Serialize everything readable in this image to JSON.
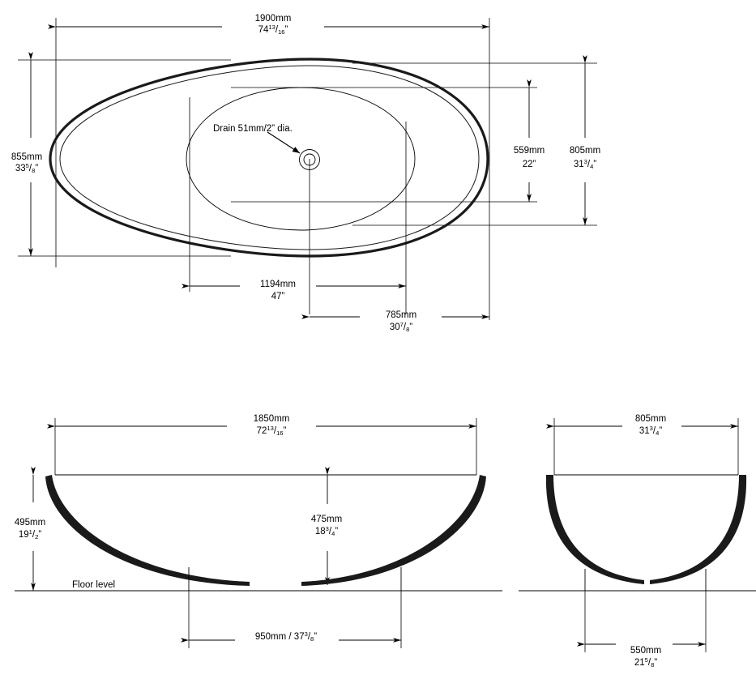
{
  "drawing": {
    "title": "Bathtub dimensional drawing",
    "line_color": "#000000",
    "background_color": "#ffffff"
  },
  "top_view": {
    "name": "plan-view",
    "overall_length": {
      "mm": "1900mm",
      "inch_whole": "74",
      "inch_num": "13",
      "inch_den": "16",
      "inch_suffix": "”"
    },
    "overall_width_left": {
      "mm": "855mm",
      "inch_whole": "33",
      "inch_num": "5",
      "inch_den": "8",
      "inch_suffix": "”"
    },
    "inner_width": {
      "mm": "559mm",
      "inch": "22”"
    },
    "outer_width_right": {
      "mm": "805mm",
      "inch_whole": "31",
      "inch_num": "3",
      "inch_den": "4",
      "inch_suffix": "”"
    },
    "drain_offset_left": {
      "mm": "1194mm",
      "inch": "47”"
    },
    "drain_offset_right": {
      "mm": "785mm",
      "inch_whole": "30",
      "inch_num": "7",
      "inch_den": "8",
      "inch_suffix": "”"
    },
    "drain_note": "Drain 51mm/2” dia."
  },
  "side_view": {
    "name": "side-elevation",
    "overall_length": {
      "mm": "1850mm",
      "inch_whole": "72",
      "inch_num": "13",
      "inch_den": "16",
      "inch_suffix": "”"
    },
    "overall_height": {
      "mm": "495mm",
      "inch_whole": "19",
      "inch_num": "1",
      "inch_den": "2",
      "inch_suffix": "”"
    },
    "interior_depth": {
      "mm": "475mm",
      "inch_whole": "18",
      "inch_num": "3",
      "inch_den": "4",
      "inch_suffix": "”"
    },
    "foot_span": "950mm / 37",
    "foot_span_num": "3",
    "foot_span_den": "8",
    "foot_span_suffix": "”",
    "floor_label": "Floor level"
  },
  "end_view": {
    "name": "end-elevation",
    "overall_width": {
      "mm": "805mm",
      "inch_whole": "31",
      "inch_num": "3",
      "inch_den": "4",
      "inch_suffix": "”"
    },
    "foot_span": {
      "mm": "550mm",
      "inch_whole": "21",
      "inch_num": "5",
      "inch_den": "8",
      "inch_suffix": "”"
    }
  }
}
